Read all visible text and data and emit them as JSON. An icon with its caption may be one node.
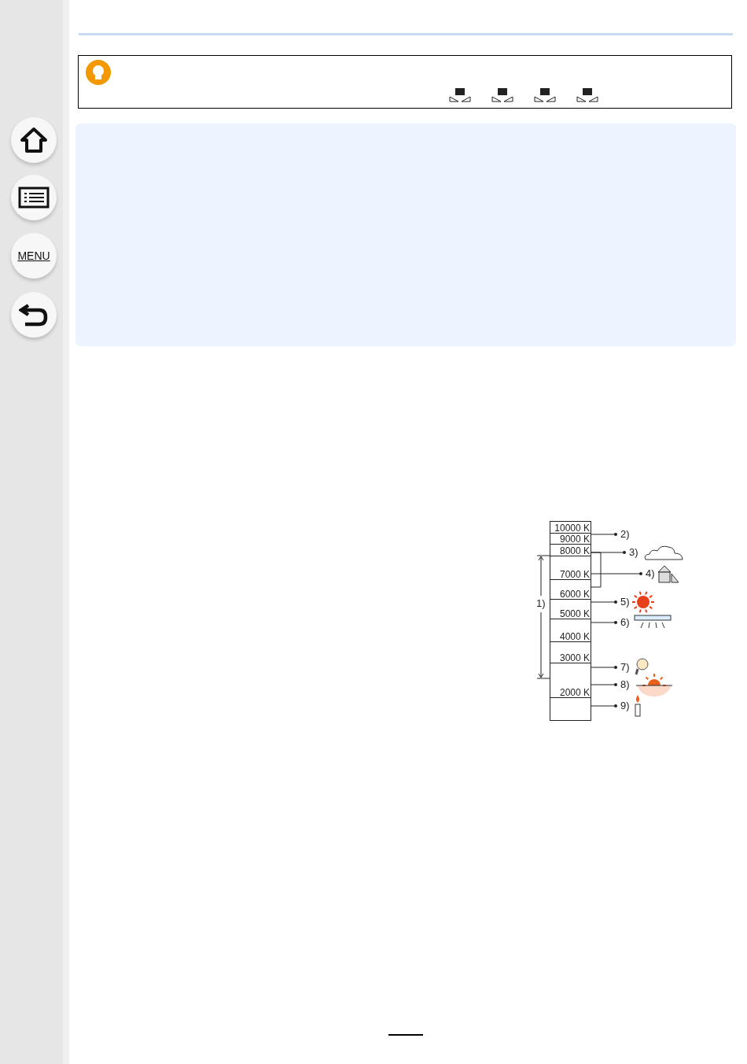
{
  "diagram": {
    "nodes": [
      {
        "text": [
          "10000 K"
        ]
      },
      {
        "text": [
          "9000 K"
        ]
      },
      {
        "text": [
          "8000 K"
        ]
      },
      {
        "text": [
          "7000 K"
        ]
      },
      {
        "text": [
          "6000 K"
        ]
      },
      {
        "text": [
          "5000 K"
        ]
      },
      {
        "text": [
          "4000 K"
        ]
      },
      {
        "text": [
          "3000 K"
        ]
      },
      {
        "text": [
          "2000 K"
        ]
      },
      {
        "text": [],
        "shape": "box"
      },
      {
        "text": [
          "2)"
        ]
      },
      {
        "text": [
          "3)"
        ]
      },
      {
        "text": [
          "4)"
        ]
      },
      {
        "text": [
          "5)"
        ]
      },
      {
        "text": [
          "6)"
        ]
      },
      {
        "text": [
          "7)"
        ]
      },
      {
        "text": [
          "8)"
        ]
      },
      {
        "text": [
          "9)"
        ]
      }
    ],
    "edges": [
      {
        "from": 10,
        "to": 1,
        "arrow": "other"
      },
      {
        "from": 11,
        "to": 2,
        "arrow": "other"
      },
      {
        "from": 12,
        "to": 3,
        "arrow": "other"
      },
      {
        "from": 13,
        "to": 5,
        "arrow": "other"
      },
      {
        "from": 14,
        "to": 6,
        "arrow": "other"
      },
      {
        "from": 15,
        "to": 8,
        "arrow": "other"
      },
      {
        "from": 16,
        "to": 8,
        "arrow": "other"
      },
      {
        "from": 17,
        "to": 9,
        "arrow": "other"
      }
    ],
    "labels": [
      "MENU",
      "1)"
    ]
  }
}
